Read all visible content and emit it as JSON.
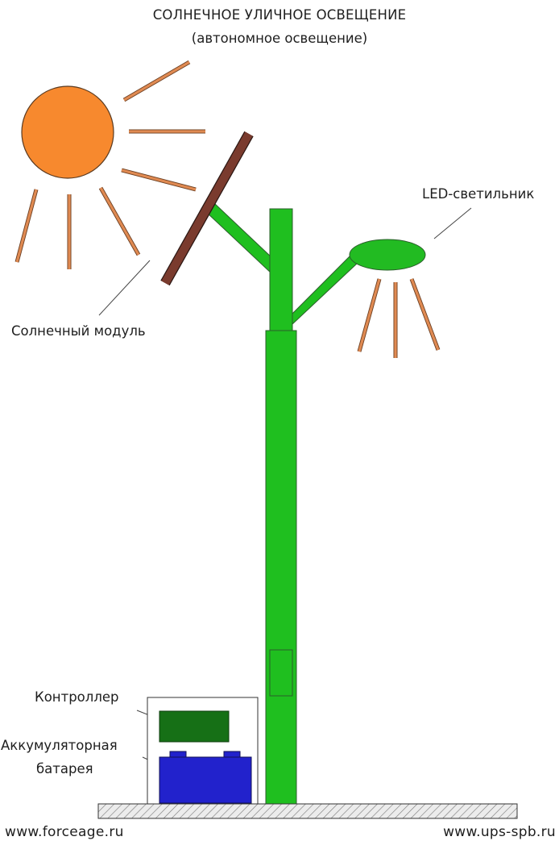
{
  "title": "СОЛНЕЧНОЕ УЛИЧНОЕ ОСВЕЩЕНИЕ",
  "subtitle": "(автономное освещение)",
  "labels": {
    "led_lamp": "LED-светильник",
    "solar_module": "Солнечный модуль",
    "controller": "Контроллер",
    "battery_line1": "Аккумуляторная",
    "battery_line2": "батарея"
  },
  "footer": {
    "left_url": "www.forceage.ru",
    "right_url": "www.ups-spb.ru"
  },
  "colors": {
    "sun": "#f7892e",
    "ray": "#e08a52",
    "panel": "#7a3b2e",
    "pole": "#1fbf1f",
    "lamp": "#22bb22",
    "controller": "#167016",
    "battery": "#2222cc",
    "ground": "#d8d8d8"
  }
}
